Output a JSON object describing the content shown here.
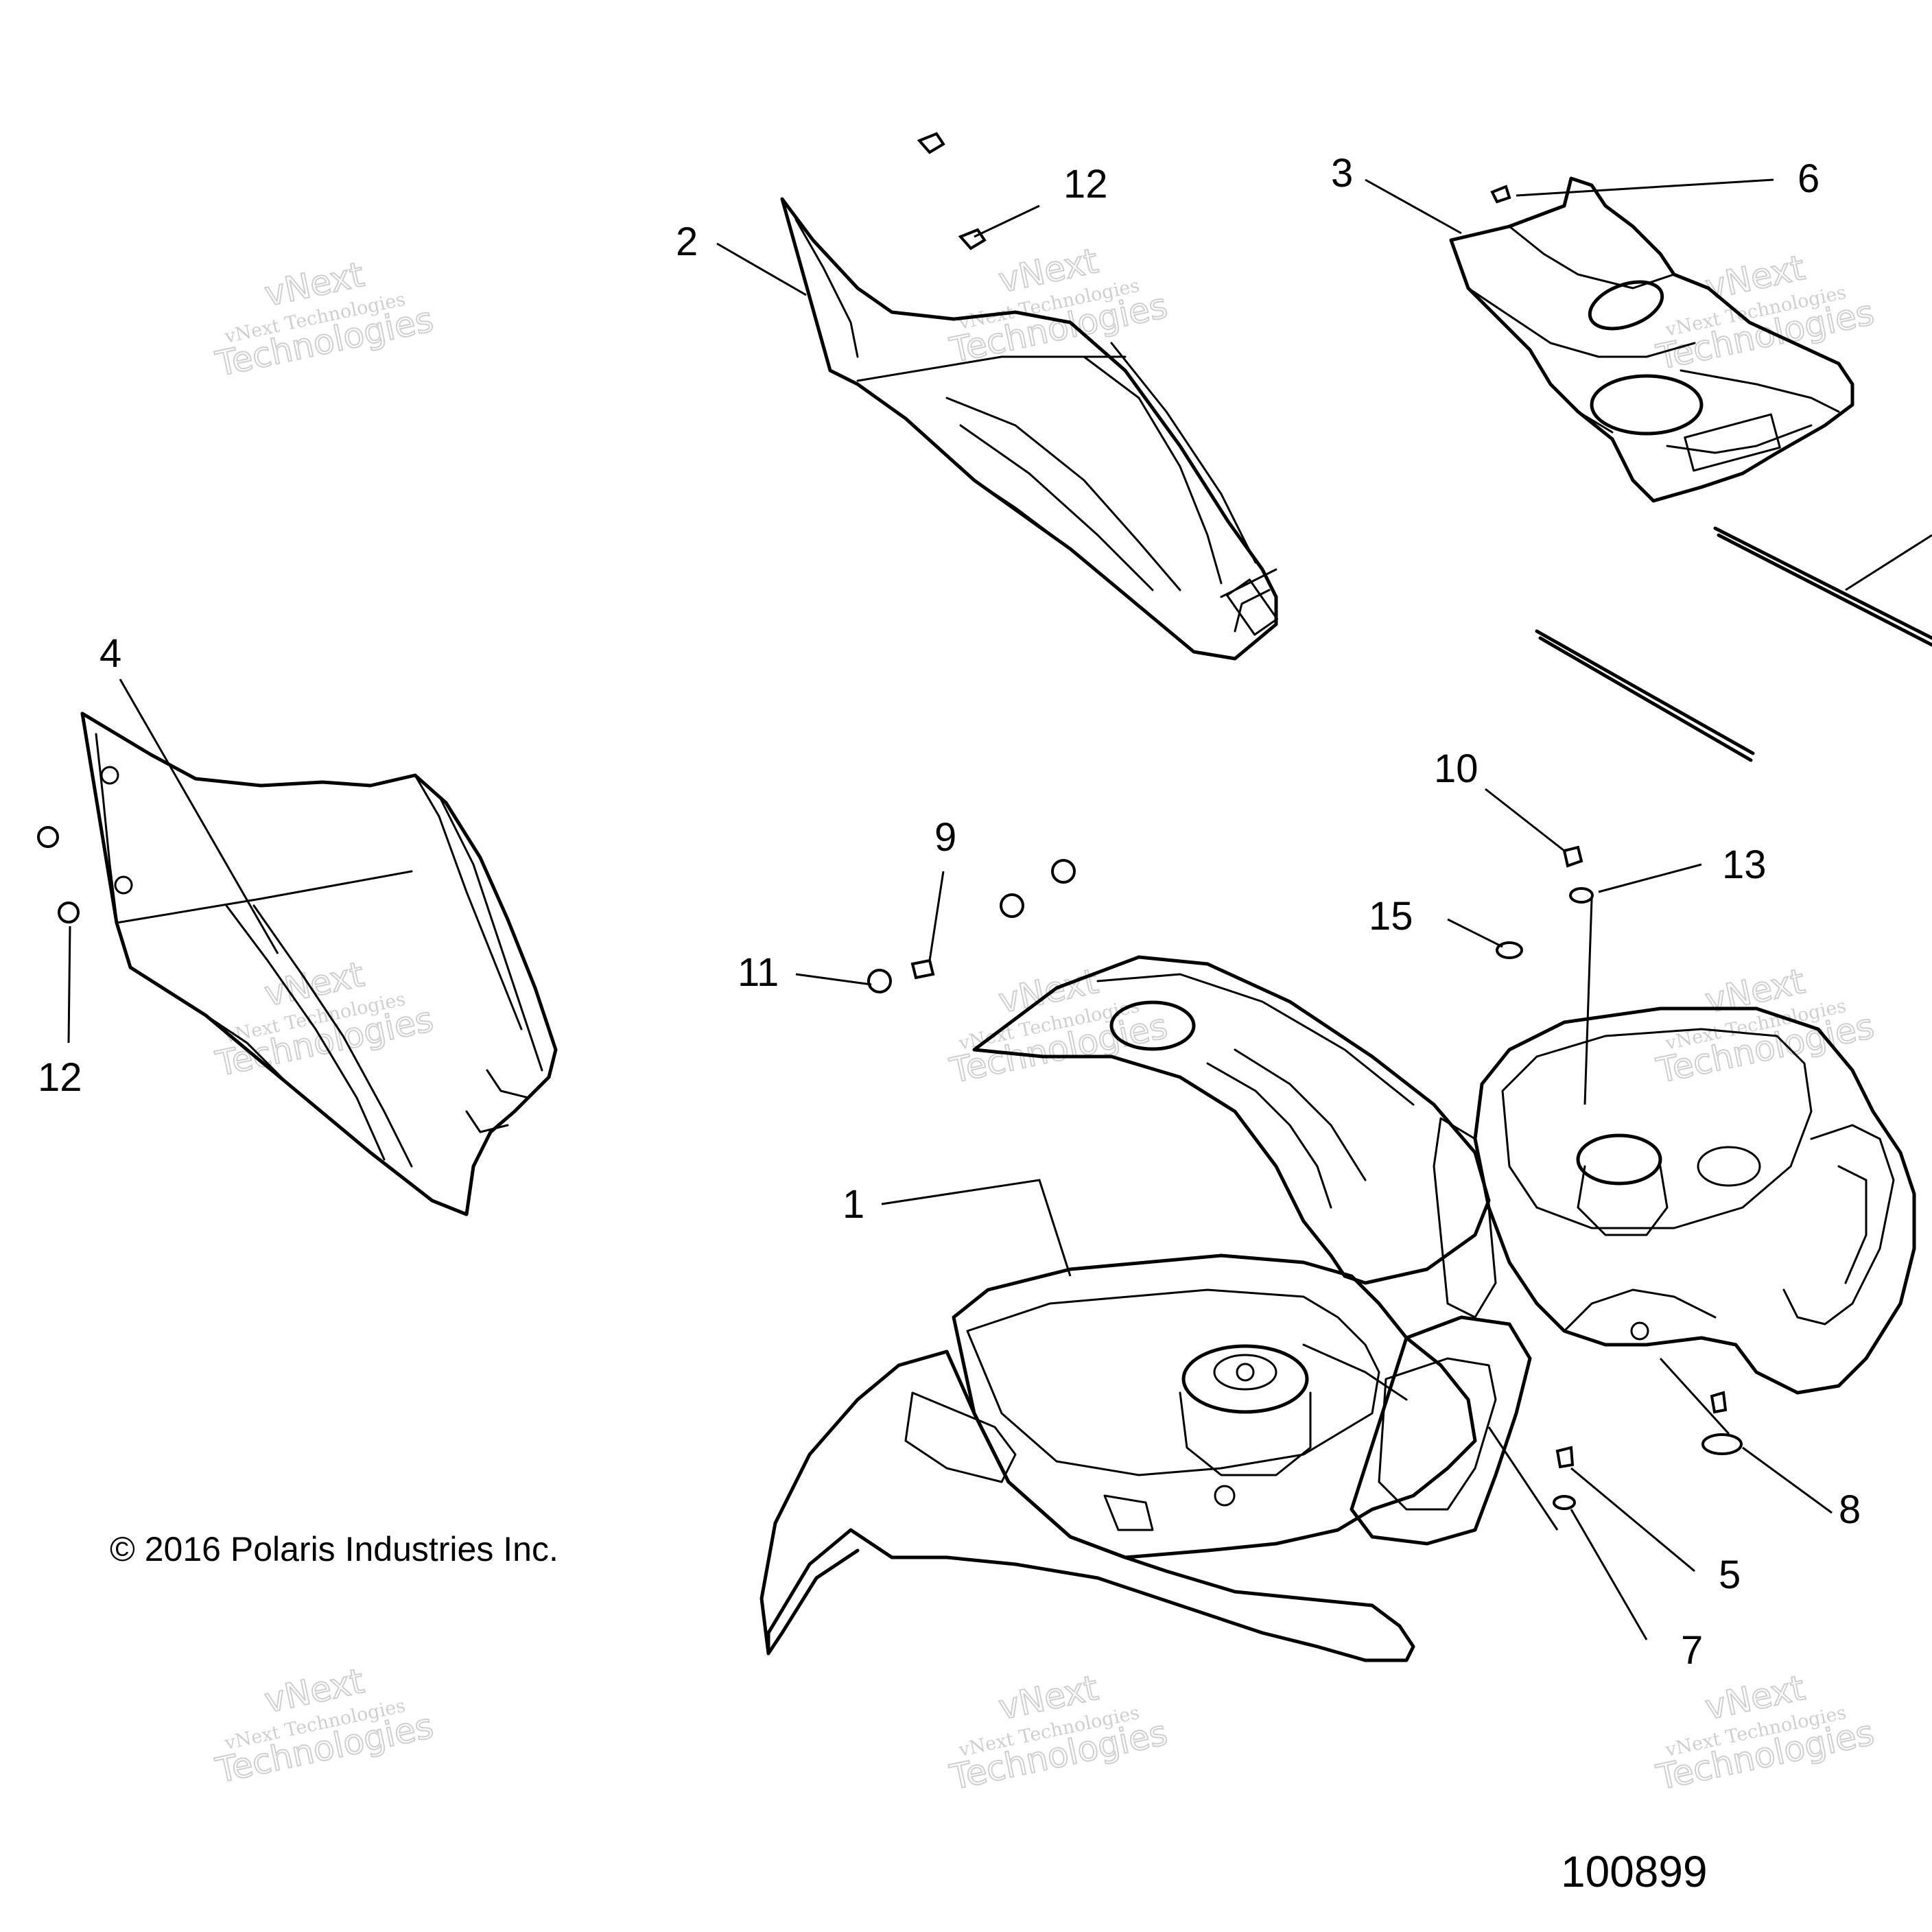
{
  "callouts": {
    "c1": "1",
    "c2": "2",
    "c3": "3",
    "c4": "4",
    "c5": "5",
    "c6": "6",
    "c7": "7",
    "c8": "8",
    "c9": "9",
    "c10": "10",
    "c11": "11",
    "c12a": "12",
    "c12b": "12",
    "c13": "13",
    "c15": "15"
  },
  "copyright": "© 2016 Polaris Industries Inc.",
  "diagram_id": "100899",
  "watermark": {
    "line1": "vNext",
    "line2": "vNext Technologies",
    "line3": "Technologies"
  }
}
